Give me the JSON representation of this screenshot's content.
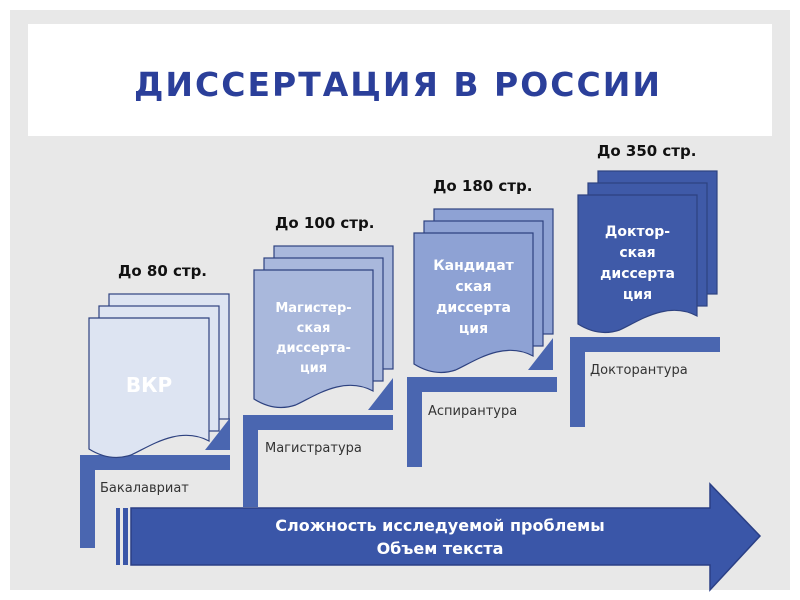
{
  "title": "ДИССЕРТАЦИЯ В РОССИИ",
  "colors": {
    "title": "#2b3f9a",
    "bar": "#4a66b0",
    "arrow": "#3a56a8",
    "doc_vkr": "#dde4f2",
    "doc_master": "#a9b8dc",
    "doc_candidate": "#8ea2d4",
    "doc_doctor": "#3f5aa8"
  },
  "steps": [
    {
      "pages": "До 80 стр.",
      "stage": "Бакалавриат",
      "doc_lines": [
        "ВКР"
      ]
    },
    {
      "pages": "До 100 стр.",
      "stage": "Магистратура",
      "doc_lines": [
        "Магистер-",
        "ская",
        "диссерта-",
        "ция"
      ]
    },
    {
      "pages": "До 180 стр.",
      "stage": "Аспирантура",
      "doc_lines": [
        "Кандидат",
        "ская",
        "диссерта",
        "ция"
      ]
    },
    {
      "pages": "До 350 стр.",
      "stage": "Докторантура",
      "doc_lines": [
        "Доктор-",
        "ская",
        "диссерта",
        "ция"
      ]
    }
  ],
  "arrow": {
    "line1": "Сложность исследуемой проблемы",
    "line2": "Объем текста"
  }
}
